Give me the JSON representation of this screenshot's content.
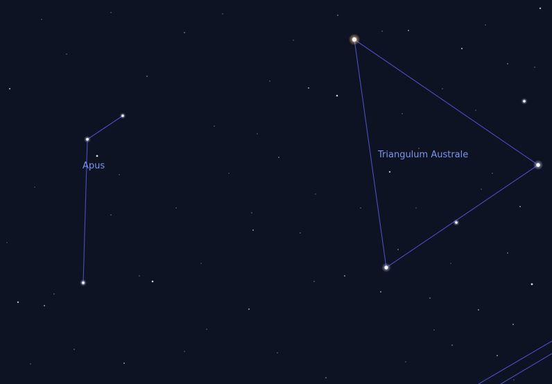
{
  "colors": {
    "sky_background": "#0d1322",
    "constellation_line": "#4b4fc0",
    "constellation_label": "#7c95ec",
    "star": "#ffffff",
    "bright_star_halo": "#ffc98a"
  },
  "constellations": [
    {
      "id": "apus",
      "name": "Apus"
    },
    {
      "id": "triangulum-australe",
      "name": "Triangulum Australe"
    }
  ]
}
